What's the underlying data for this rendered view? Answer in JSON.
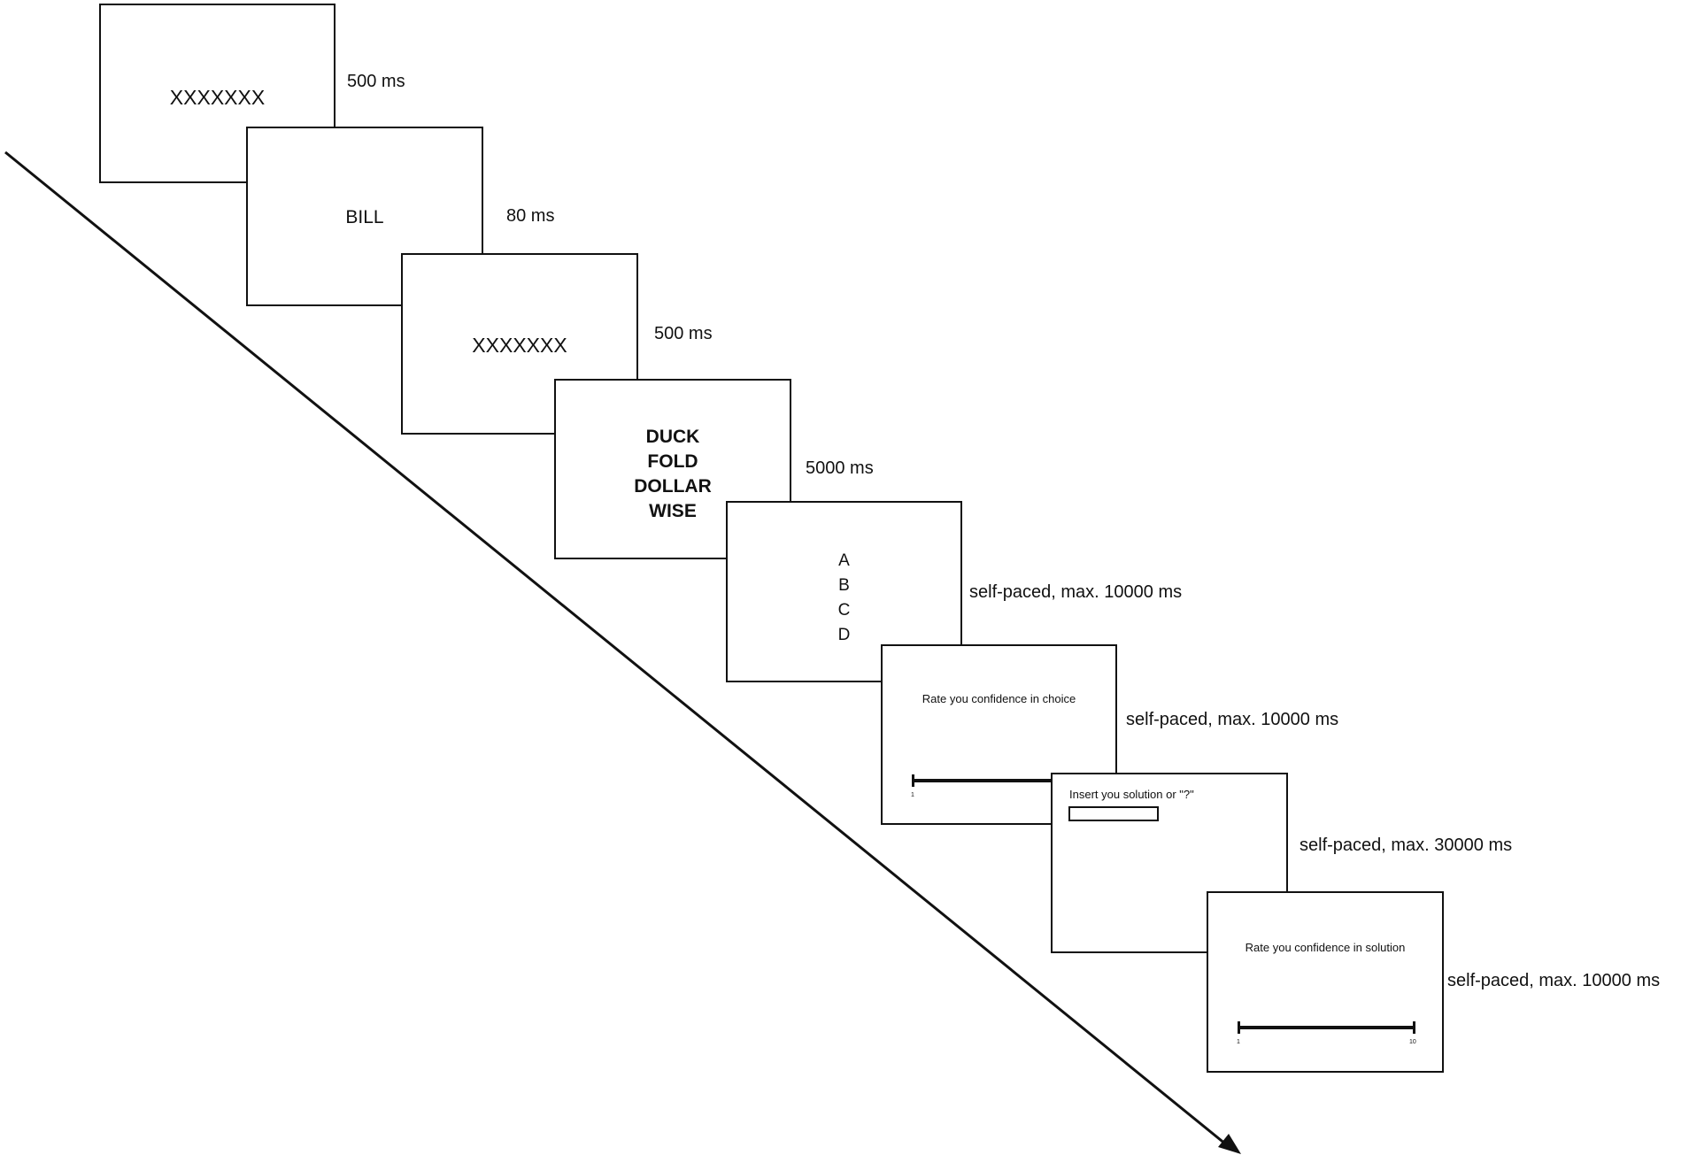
{
  "screens": [
    {
      "content": "XXXXXXX",
      "duration": "500 ms"
    },
    {
      "content": "BILL",
      "duration": "80 ms"
    },
    {
      "content": "XXXXXXX",
      "duration": "500 ms"
    },
    {
      "lines": [
        "DUCK",
        "FOLD",
        "DOLLAR",
        "WISE"
      ],
      "duration": "5000 ms"
    },
    {
      "lines": [
        "A",
        "B",
        "C",
        "D"
      ],
      "duration": "self-paced, max. 10000 ms"
    },
    {
      "prompt": "Rate you confidence in choice",
      "scale_min": "1",
      "duration": "self-paced, max. 10000 ms"
    },
    {
      "prompt": "Insert you solution or \"?\"",
      "duration": "self-paced, max. 30000 ms"
    },
    {
      "prompt": "Rate you confidence in solution",
      "scale_min": "1",
      "scale_max": "10",
      "duration": "self-paced, max. 10000 ms"
    }
  ]
}
